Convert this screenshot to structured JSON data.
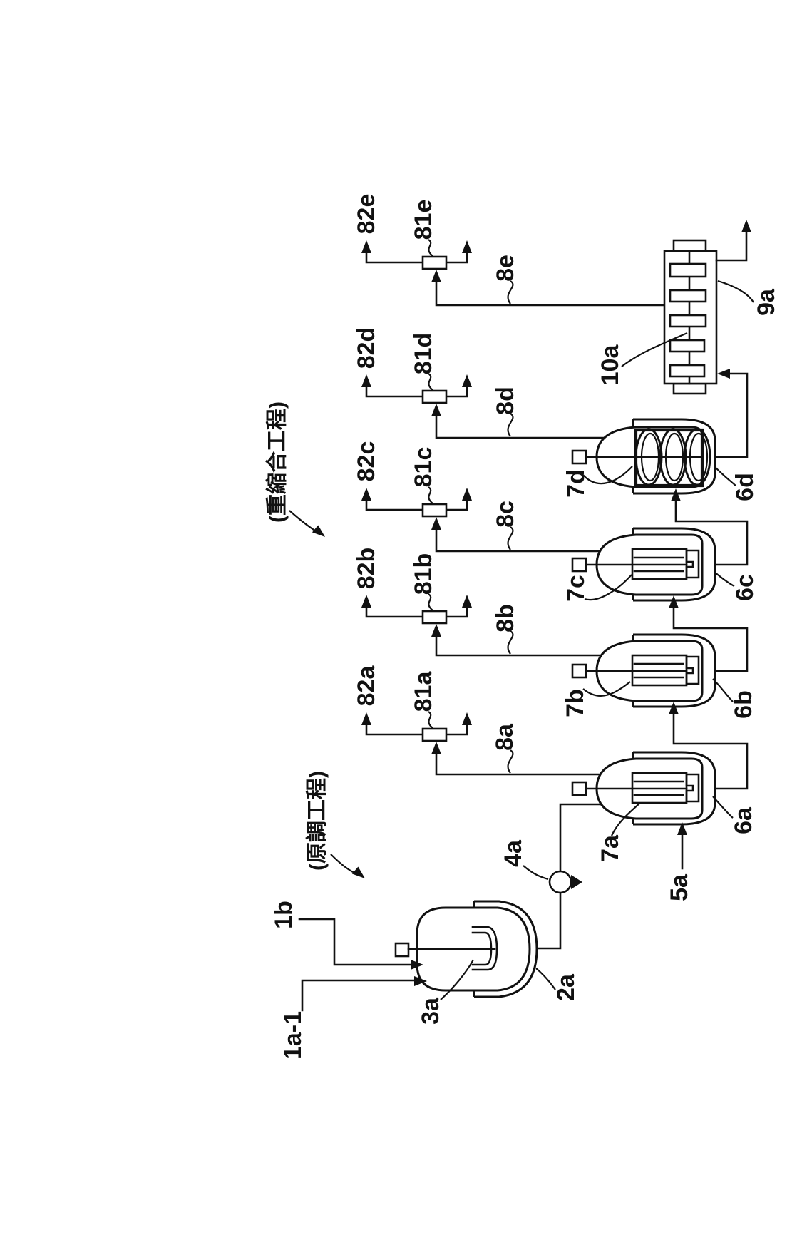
{
  "captions": {
    "polycondensation_stage": "(重縮合工程)",
    "raw_prep_stage": "(原調工程)"
  },
  "labels": {
    "feed_line_main": "1a-1",
    "feed_line_sub": "1b",
    "prep_vessel": "2a",
    "prep_agitator": "3a",
    "pump": "4a",
    "reactor_bottom_feed": "5a",
    "reactor_a": "6a",
    "reactor_b": "6b",
    "reactor_c": "6c",
    "reactor_d": "6d",
    "agitator_a": "7a",
    "agitator_b": "7b",
    "agitator_c": "7c",
    "agitator_d": "7d",
    "vent_a": "8a",
    "vent_b": "8b",
    "vent_c": "8c",
    "vent_d": "8d",
    "vent_e": "8e",
    "condenser_a": "81a",
    "condenser_b": "81b",
    "condenser_c": "81c",
    "condenser_d": "81d",
    "condenser_e": "81e",
    "offgas_a": "82a",
    "offgas_b": "82b",
    "offgas_c": "82c",
    "offgas_d": "82d",
    "offgas_e": "82e",
    "finisher": "9a",
    "finisher_internals": "10a"
  }
}
